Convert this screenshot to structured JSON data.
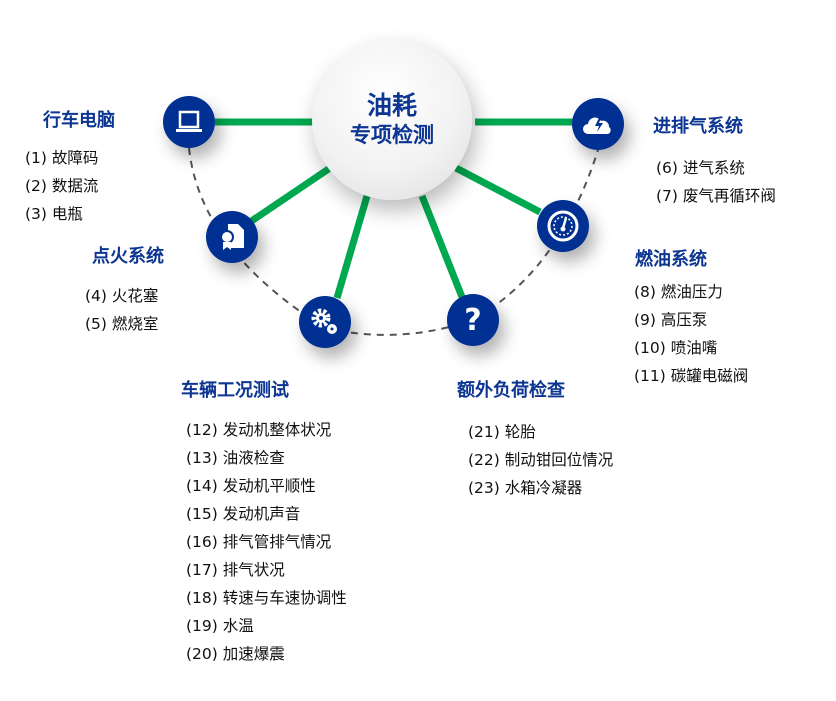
{
  "hub": {
    "line1": "油耗",
    "line2": "专项检测"
  },
  "colors": {
    "accent_blue": "#003092",
    "line_green": "#00a84f"
  },
  "groups": [
    {
      "id": "computer",
      "icon": "laptop-icon",
      "title": "行车电脑",
      "items": [
        "(1) 故障码",
        "(2) 数据流",
        "(3) 电瓶"
      ]
    },
    {
      "id": "ignition",
      "icon": "certificate-icon",
      "title": "点火系统",
      "items": [
        "(4) 火花塞",
        "(5) 燃烧室"
      ]
    },
    {
      "id": "vehicle",
      "icon": "gears-icon",
      "title": "车辆工况测试",
      "items": [
        "(12) 发动机整体状况",
        "(13) 油液检查",
        "(14) 发动机平顺性",
        "(15) 发动机声音",
        "(16) 排气管排气情况",
        "(17) 排气状况",
        "(18) 转速与车速协调性",
        "(19) 水温",
        "(20) 加速爆震"
      ]
    },
    {
      "id": "load",
      "icon": "question-icon",
      "title": "额外负荷检查",
      "items": [
        "(21) 轮胎",
        "(22) 制动钳回位情况",
        "(23) 水箱冷凝器"
      ]
    },
    {
      "id": "fuel",
      "icon": "gauge-icon",
      "title": "燃油系统",
      "items": [
        "(8) 燃油压力",
        "(9) 高压泵",
        "(10) 喷油嘴",
        "(11) 碳罐电磁阀"
      ]
    },
    {
      "id": "intake",
      "icon": "cloud-lightning-icon",
      "title": "进排气系统",
      "items": [
        "(6) 进气系统",
        "(7) 废气再循环阀"
      ]
    }
  ],
  "question_glyph": "?"
}
